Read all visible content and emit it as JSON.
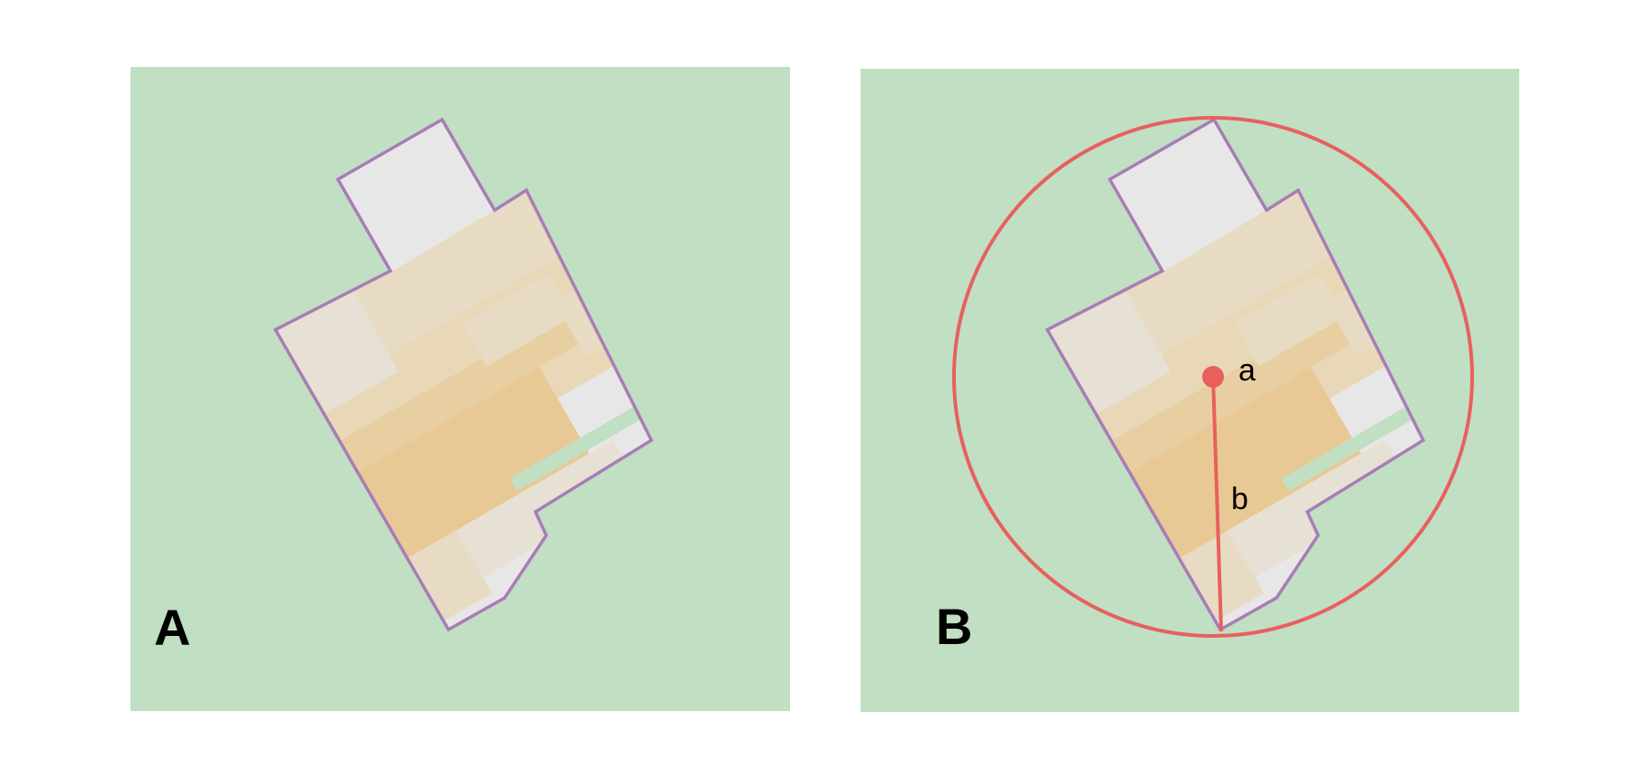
{
  "colors": {
    "background": "#ffffff",
    "grass": "#c1dfc3",
    "building_light": "#e8e7e7",
    "zone_1": "#e7e0d4",
    "zone_2": "#e7dbc4",
    "zone_3": "#e8d8b8",
    "zone_4": "#e8cfa2",
    "zone_5": "#e8c894",
    "outline": "#a97cb6",
    "circle": "#e8605e"
  },
  "panels": [
    {
      "id": "A",
      "label": "A"
    },
    {
      "id": "B",
      "label": "B"
    }
  ],
  "annotations": {
    "center_label": "a",
    "radius_label": "b"
  }
}
